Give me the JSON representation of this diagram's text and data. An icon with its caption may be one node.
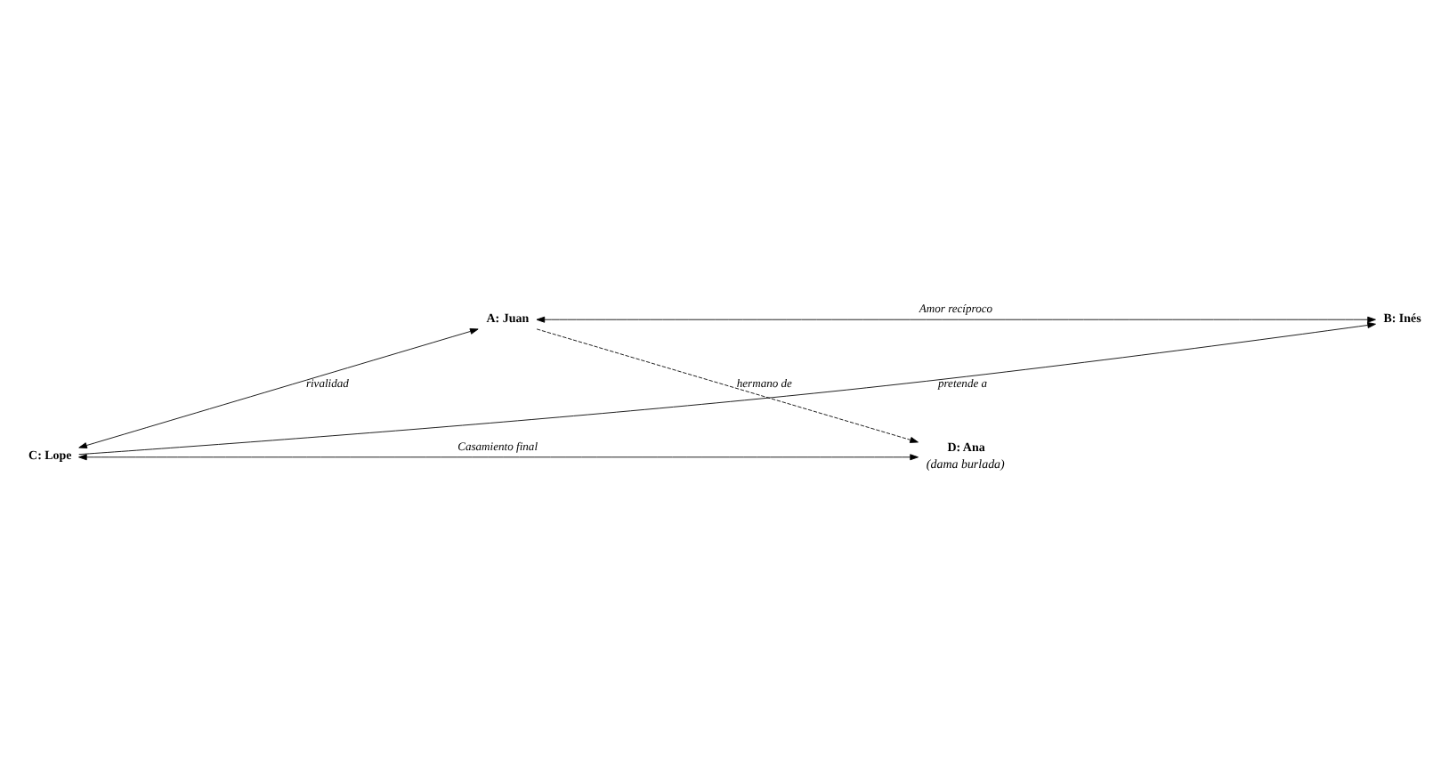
{
  "diagram": {
    "nodes": [
      {
        "text": [
          "A: Juan"
        ]
      },
      {
        "text": [
          "B: Inés"
        ]
      },
      {
        "text": [
          "C: Lope"
        ]
      },
      {
        "text": [
          "D: Ana"
        ],
        "beside": [
          "(dama burlada)"
        ]
      }
    ],
    "edges": [
      {
        "from": 0,
        "to": 1,
        "arrow": "both",
        "label": "Amor recíproco"
      },
      {
        "from": 0,
        "to": 2,
        "arrow": "both",
        "label": "rivalidad"
      },
      {
        "from": 0,
        "to": 3,
        "arrow": "to",
        "label": "hermano de",
        "style": "dashed"
      },
      {
        "from": 2,
        "to": 1,
        "arrow": "to",
        "label": "pretende a"
      },
      {
        "from": 2,
        "to": 3,
        "arrow": "both",
        "label": "Casamiento final"
      }
    ]
  }
}
